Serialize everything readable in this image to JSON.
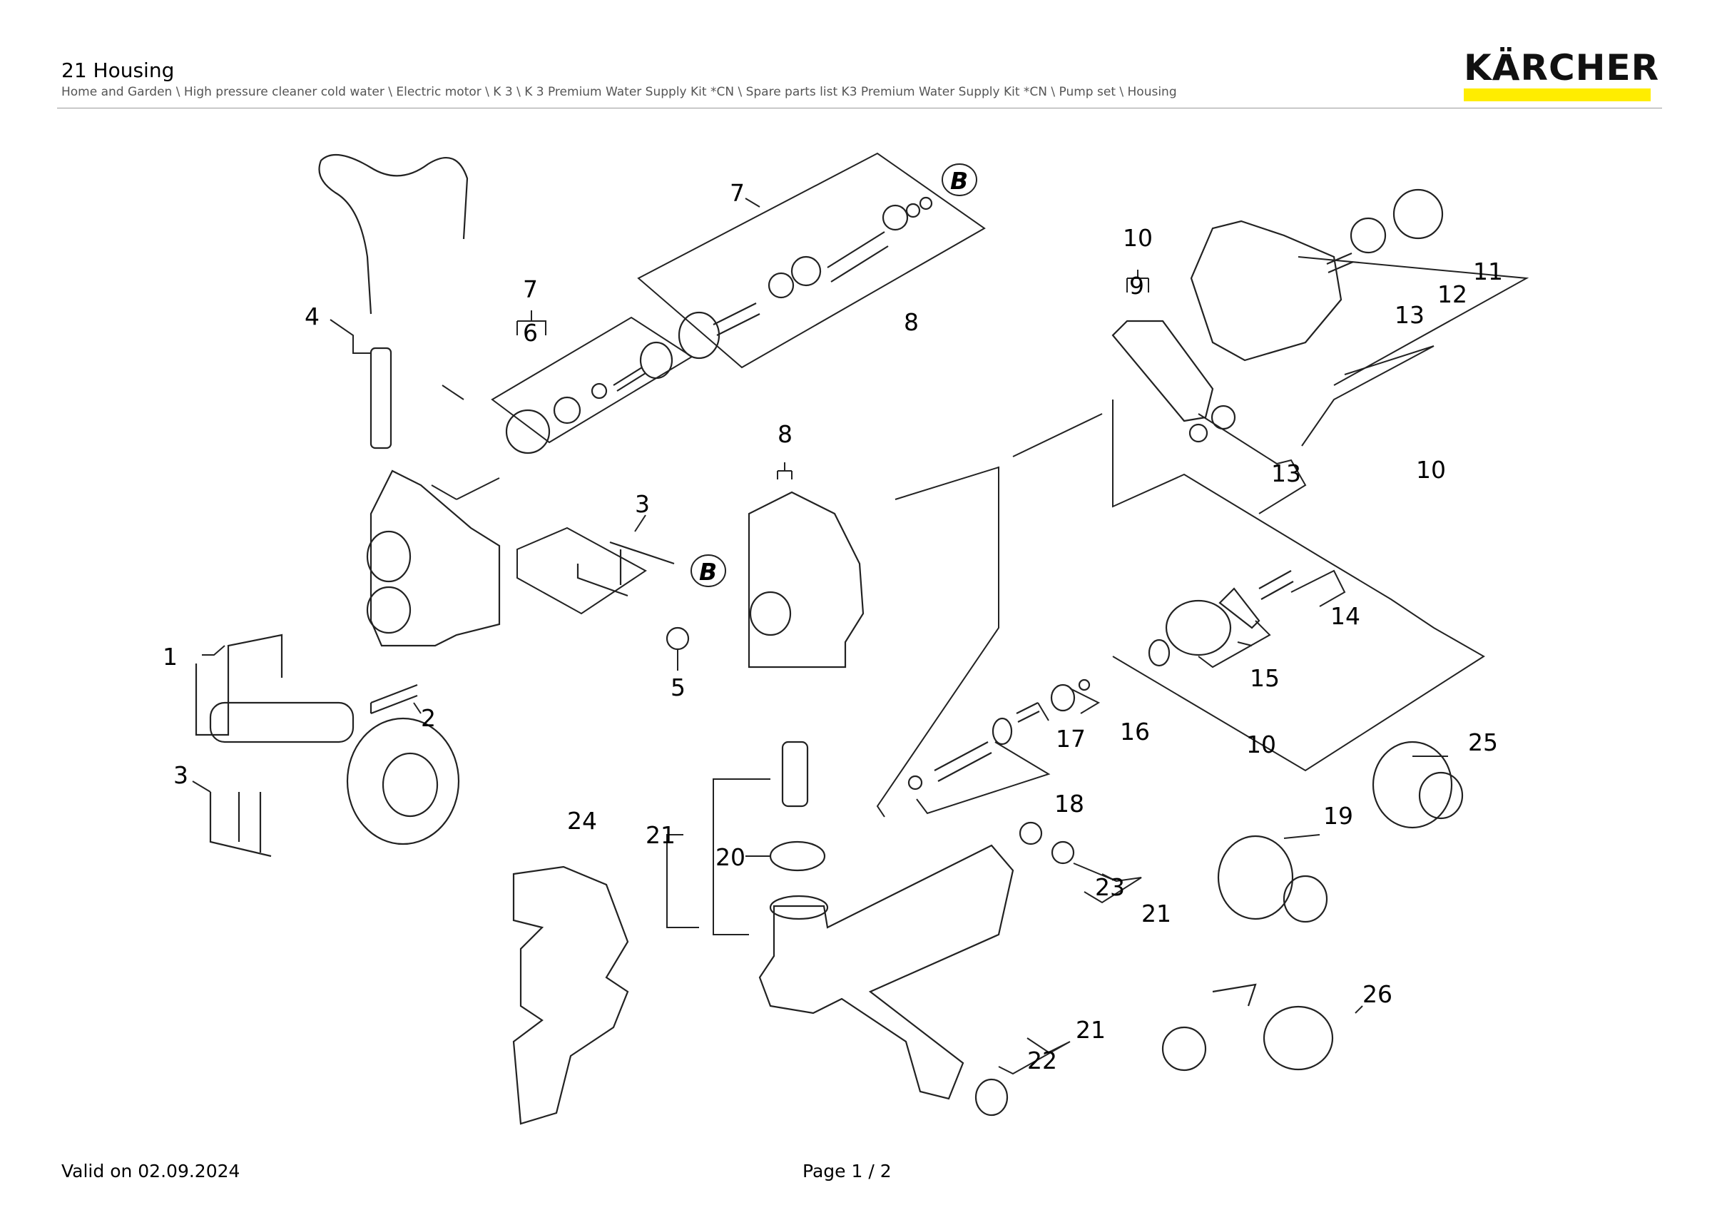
{
  "header": {
    "title": "21 Housing",
    "breadcrumb": "Home and Garden \\ High pressure cleaner cold water \\ Electric motor \\ K 3 \\ K 3 Premium Water Supply Kit *CN \\ Spare parts list K3 Premium Water Supply Kit *CN \\ Pump set \\ Housing",
    "brand": "KÄRCHER",
    "brand_color": "#FFED00"
  },
  "diagram": {
    "callouts": [
      "1",
      "2",
      "3",
      "3",
      "4",
      "5",
      "6",
      "7",
      "7",
      "8",
      "8",
      "9",
      "10",
      "10",
      "10",
      "10",
      "11",
      "12",
      "13",
      "13",
      "14",
      "15",
      "16",
      "17",
      "18",
      "19",
      "20",
      "21",
      "21",
      "21",
      "21",
      "22",
      "23",
      "24",
      "25",
      "26"
    ],
    "detail_marks": [
      "B",
      "B"
    ]
  },
  "footer": {
    "valid": "Valid on 02.09.2024",
    "page": "Page 1 / 2"
  }
}
